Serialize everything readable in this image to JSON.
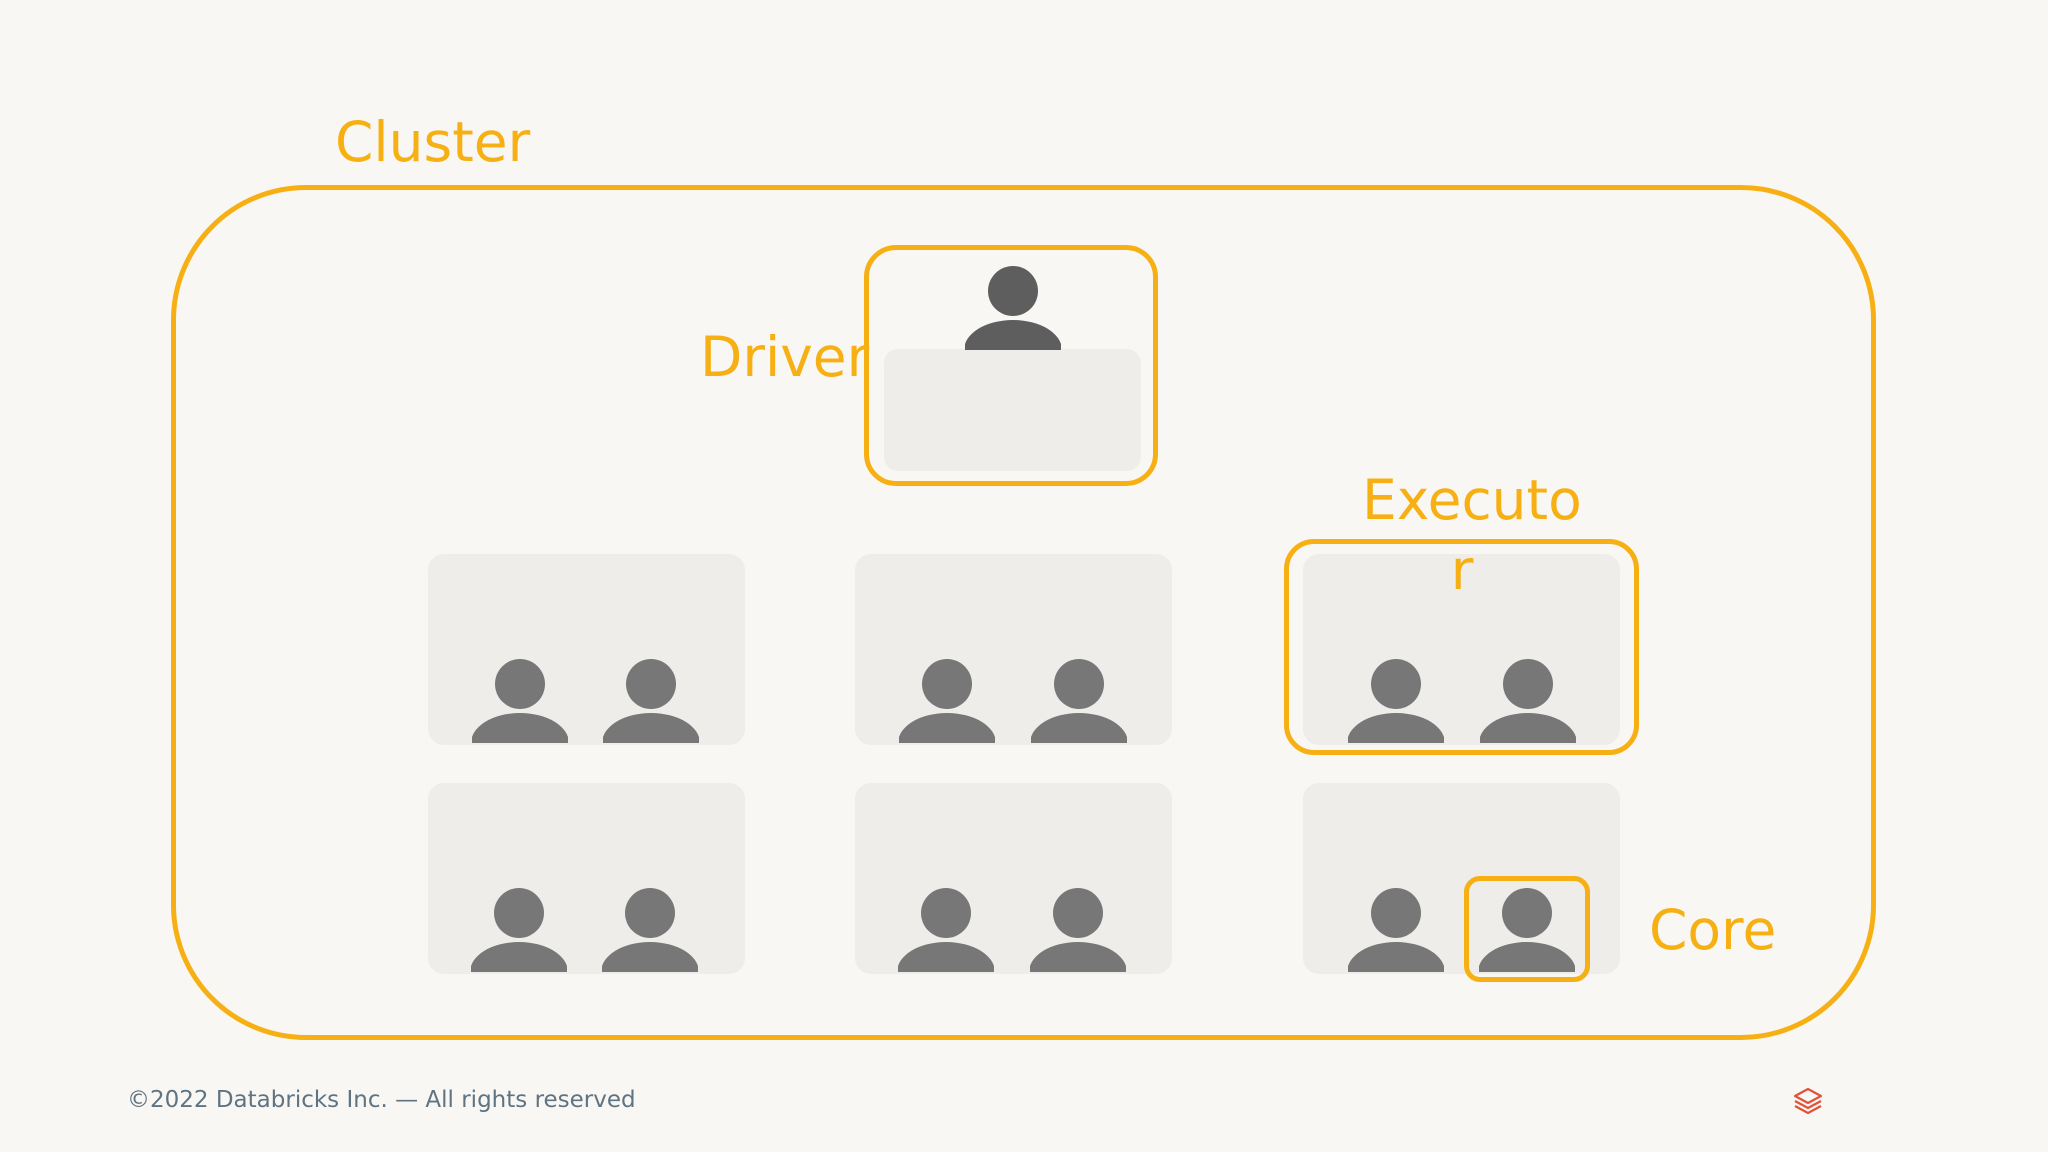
{
  "labels": {
    "cluster": "Cluster",
    "driver": "Driver",
    "executor_line1": "Executo",
    "executor_line2": "r",
    "core": "Core"
  },
  "footer": {
    "copyright": "©2022 Databricks Inc. — All rights reserved"
  },
  "icons": {
    "person": "person-icon",
    "logo": "databricks-logo-icon"
  },
  "colors": {
    "accent": "#f7b014",
    "background": "#f9f7f4",
    "node_fill": "#eeedea",
    "person_driver": "#5e5e5e",
    "person_core": "#777777",
    "footer_text": "#5f7482",
    "logo": "#e0523a"
  },
  "workers": [
    {
      "cores": 2
    },
    {
      "cores": 2
    },
    {
      "cores": 2
    },
    {
      "cores": 2
    },
    {
      "cores": 2
    },
    {
      "cores": 2
    }
  ],
  "driver": {
    "cores": 1
  }
}
